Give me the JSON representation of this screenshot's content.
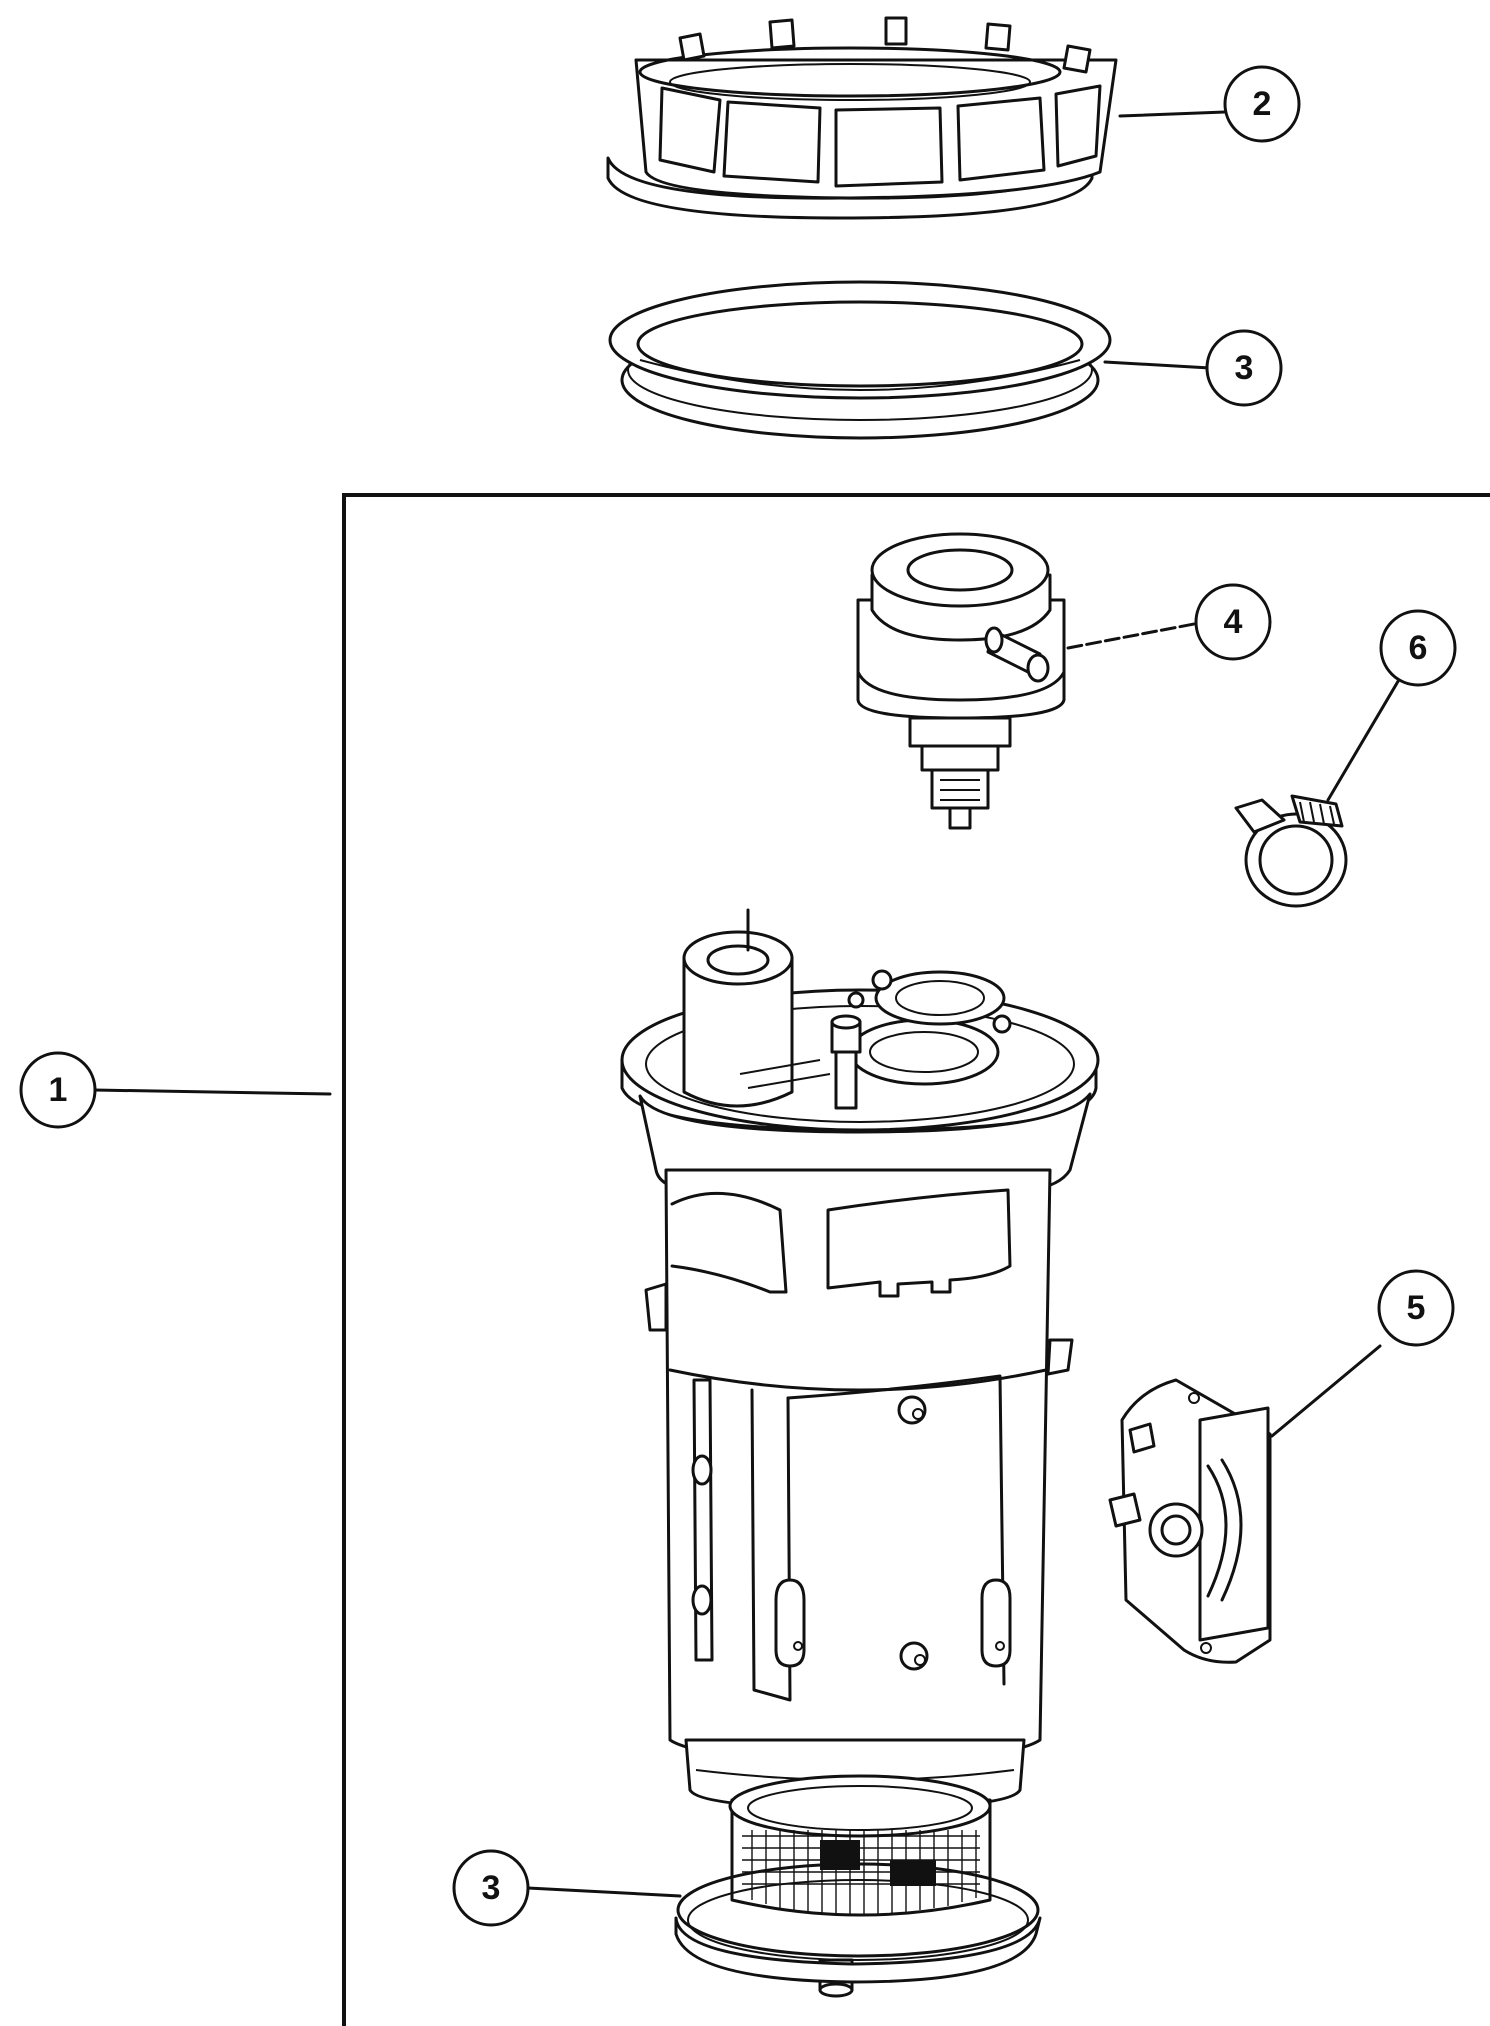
{
  "callouts": [
    {
      "id": "c1",
      "label": "1"
    },
    {
      "id": "c2",
      "label": "2"
    },
    {
      "id": "c3-top",
      "label": "3"
    },
    {
      "id": "c3-bottom",
      "label": "3"
    },
    {
      "id": "c4",
      "label": "4"
    },
    {
      "id": "c5",
      "label": "5"
    },
    {
      "id": "c6",
      "label": "6"
    }
  ]
}
